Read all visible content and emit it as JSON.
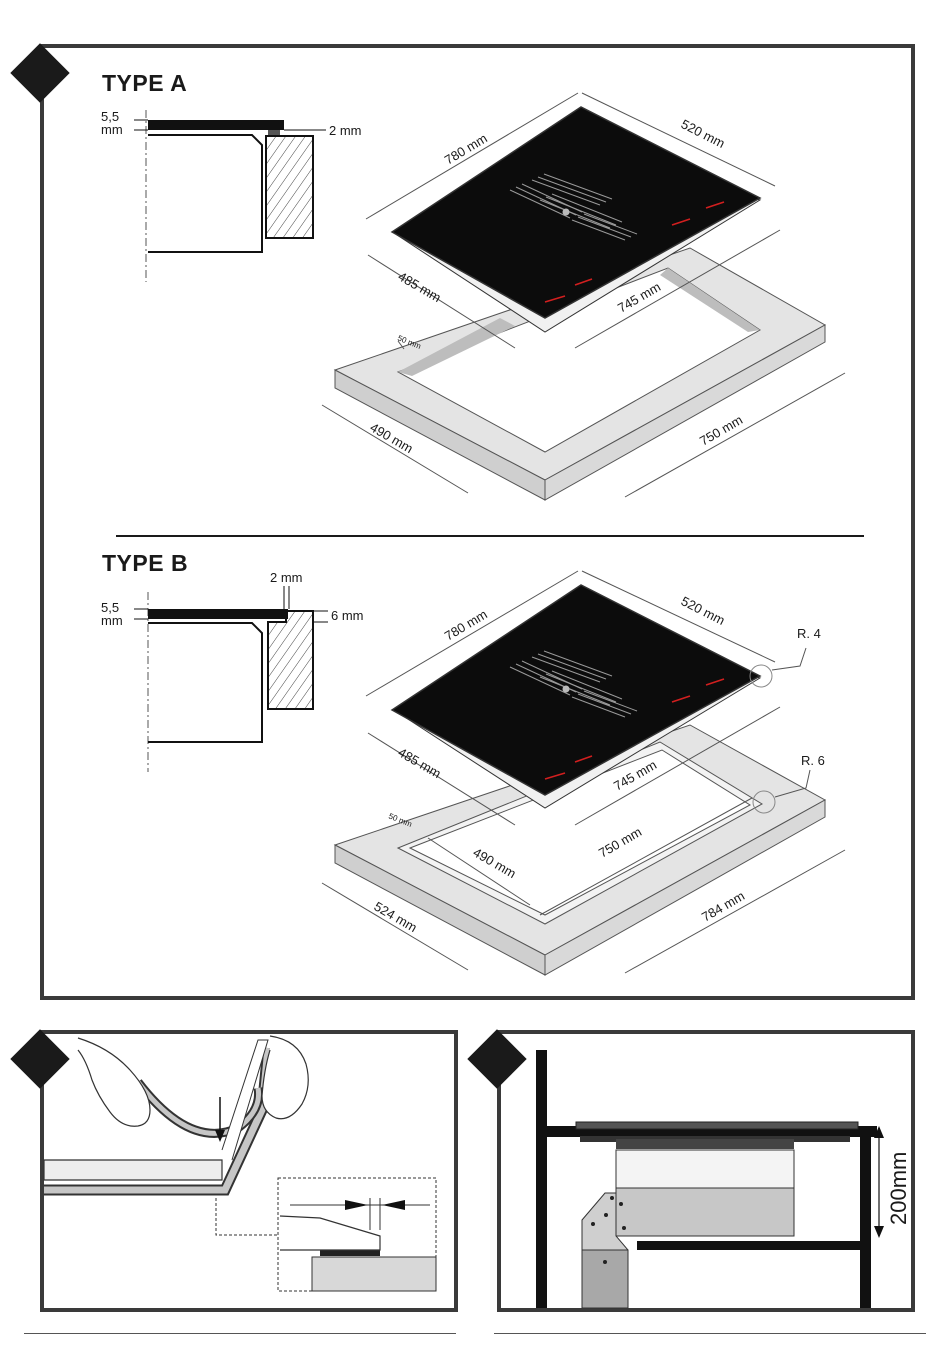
{
  "section_main": {
    "type_a": {
      "title": "TYPE A",
      "thickness_value": "5,5",
      "thickness_unit": "mm",
      "gap": "2 mm",
      "hob_length": "780 mm",
      "hob_width": "520 mm",
      "base_depth": "485 mm",
      "base_length": "745 mm",
      "border": "50 mm",
      "cutout_depth": "490 mm",
      "cutout_length": "750 mm"
    },
    "type_b": {
      "title": "TYPE B",
      "thickness_value": "5,5",
      "thickness_unit": "mm",
      "gap": "2 mm",
      "recess": "6 mm",
      "hob_length": "780 mm",
      "hob_width": "520 mm",
      "base_depth": "485 mm",
      "base_length": "745 mm",
      "border": "50 mm",
      "cutout_depth": "490 mm",
      "cutout_length": "750 mm",
      "outer_depth": "524 mm",
      "outer_length": "784 mm",
      "radius_top": "R. 4",
      "radius_cutout": "R. 6"
    }
  },
  "section_cabinet": {
    "height": "200mm"
  },
  "colors": {
    "frame": "#3a3a3a",
    "hob_glass": "#0c0c0c",
    "worktop": "#e4e4e4",
    "control_red": "#d21f1f"
  }
}
